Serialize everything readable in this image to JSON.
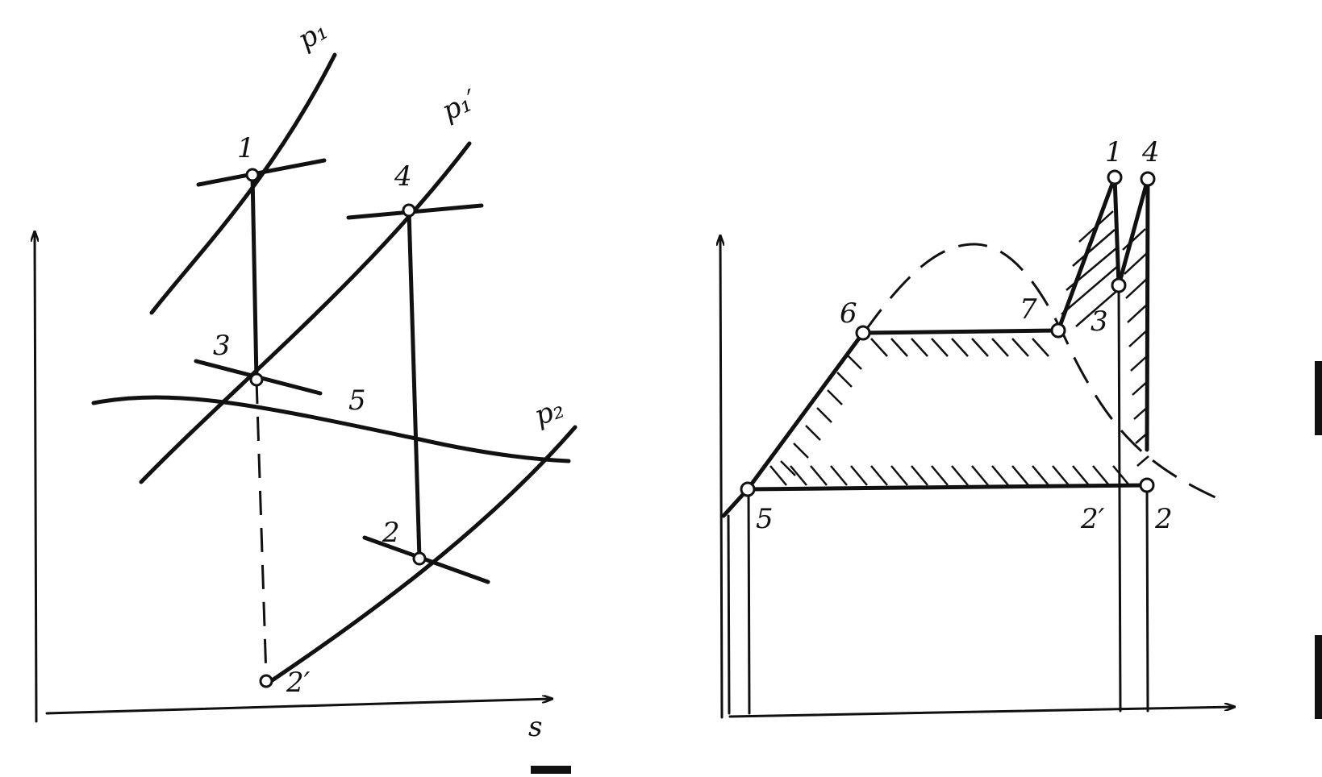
{
  "left_diagram": {
    "axis_x_label": "s",
    "curves": {
      "p1": "p₁",
      "p1_prime": "p₁′",
      "p2": "p₂"
    },
    "points": {
      "p1": "1",
      "p2": "2",
      "p2_prime": "2′",
      "p3": "3",
      "p4": "4",
      "p5": "5"
    }
  },
  "right_diagram": {
    "points": {
      "p1": "1",
      "p2": "2",
      "p2_prime": "2′",
      "p3": "3",
      "p4": "4",
      "p5": "5",
      "p6": "6",
      "p7": "7"
    }
  }
}
